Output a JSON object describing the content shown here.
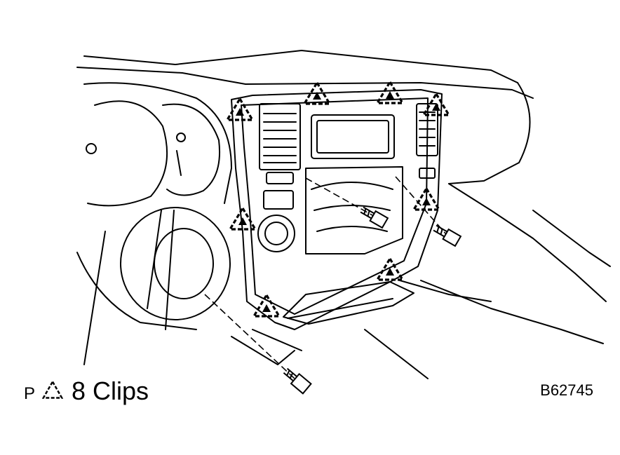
{
  "legend": {
    "prefix": "P",
    "label": "8 Clips",
    "icon": "dashed-triangle-icon"
  },
  "figure_id": "B62745",
  "colors": {
    "ink": "#000000",
    "paper": "#ffffff"
  }
}
